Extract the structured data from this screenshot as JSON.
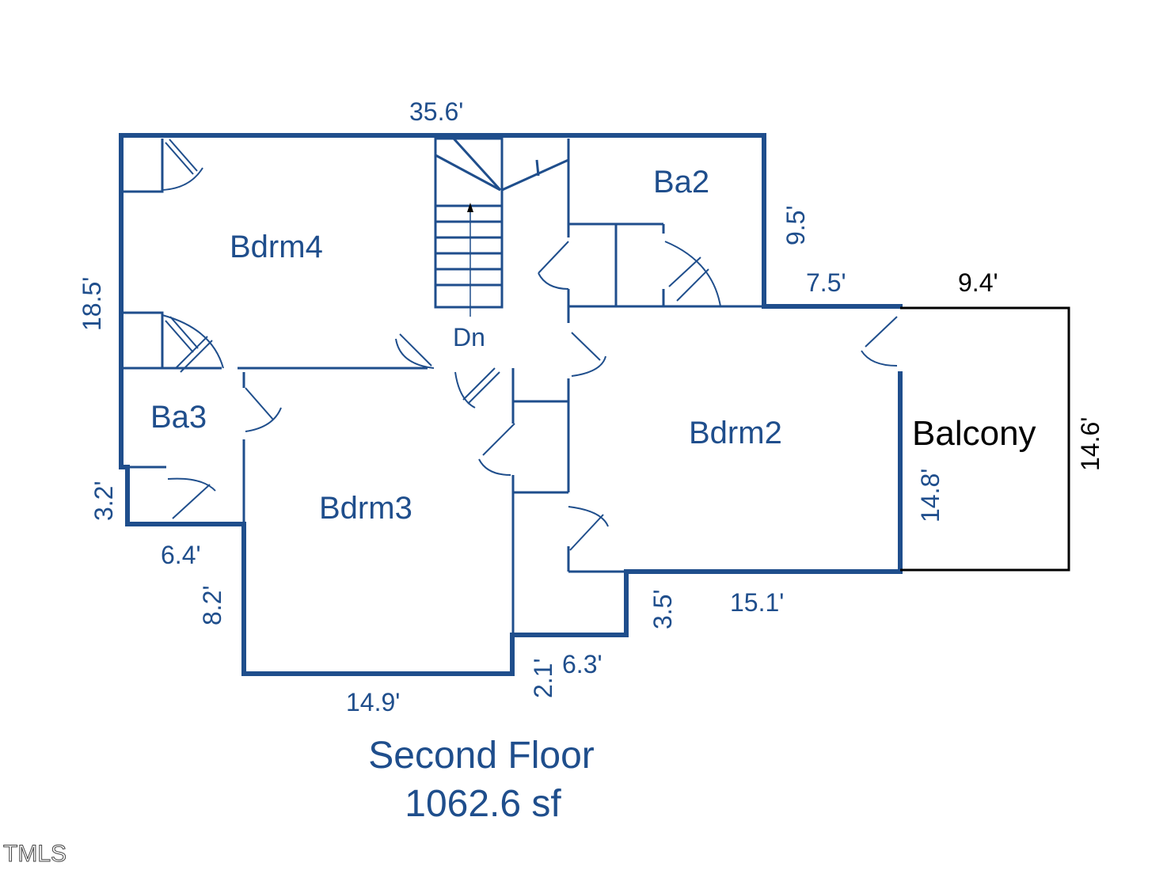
{
  "colors": {
    "wall": "#1f4e8c",
    "text": "#1f4e8c",
    "balcony": "#000000",
    "watermark": "#444444"
  },
  "title": "Second Floor",
  "area": "1062.6 sf",
  "watermark": "TMLS",
  "rooms": {
    "bdrm4": "Bdrm4",
    "bdrm3": "Bdrm3",
    "bdrm2": "Bdrm2",
    "ba2": "Ba2",
    "ba3": "Ba3",
    "balcony": "Balcony",
    "stairs": "Dn"
  },
  "dimensions": {
    "top": "35.6'",
    "left": "18.5'",
    "ba2_right": "9.5'",
    "ba2_bottom": "7.5'",
    "balcony_top": "9.4'",
    "balcony_right": "14.6'",
    "bdrm2_right": "14.8'",
    "bottom_right": "15.1'",
    "step_right": "3.5'",
    "step_bottom": "6.3'",
    "step_left": "2.1'",
    "bottom": "14.9'",
    "bdrm3_left": "8.2'",
    "ba3_bottom": "6.4'",
    "ba3_left": "3.2'"
  }
}
